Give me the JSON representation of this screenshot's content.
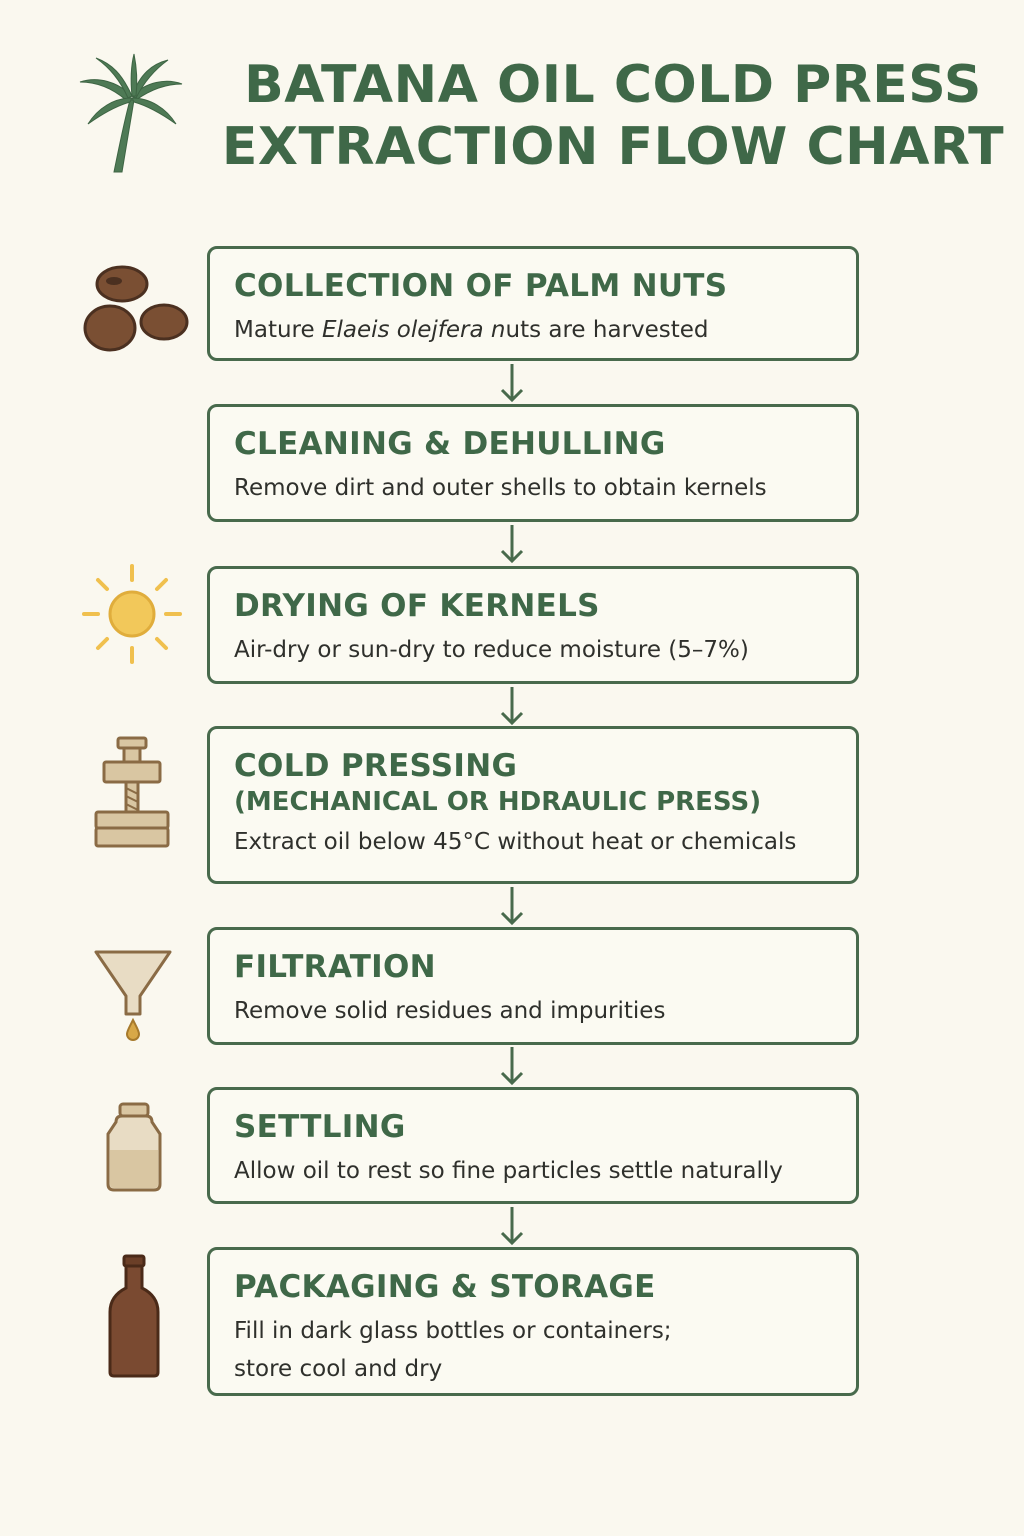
{
  "title": {
    "line1": "BATANA OIL COLD PRESS",
    "line2": "EXTRACTION FLOW CHART"
  },
  "steps": [
    {
      "heading": "COLLECTION OF PALM NUTS",
      "desc_pre": "Mature ",
      "desc_italic": "Elaeis olejfera n",
      "desc_post": "uts are harvested",
      "icon": "palm-nuts-icon"
    },
    {
      "heading": "CLEANING & DEHULLING",
      "desc": "Remove dirt and outer shells to obtain kernels",
      "icon": ""
    },
    {
      "heading": "DRYING OF KERNELS",
      "desc": "Air-dry or sun-dry to reduce moisture (5–7%)",
      "icon": "sun-icon"
    },
    {
      "heading": "COLD PRESSING",
      "subheading": "(MECHANICAL OR HDRAULIC PRESS)",
      "desc": "Extract oil below 45°C without heat or chemicals",
      "icon": "press-icon"
    },
    {
      "heading": "FILTRATION",
      "desc": "Remove solid residues and impurities",
      "icon": "funnel-icon"
    },
    {
      "heading": "SETTLING",
      "desc": "Allow oil to rest so fine particles settle naturally",
      "icon": "jar-icon"
    },
    {
      "heading": "PACKAGING & STORAGE",
      "desc_line1": "Fill in dark glass bottles or containers;",
      "desc_line2": "store cool and dry",
      "icon": "bottle-icon"
    }
  ],
  "colors": {
    "background": "#faf8ef",
    "accent_green": "#3f6848",
    "border_green": "#486a4c",
    "text": "#2f302c",
    "nut_brown": "#7a4f33",
    "sun_yellow": "#f2c85a",
    "wood_tan": "#d9c6a2",
    "bottle_brown": "#7a4a31"
  }
}
